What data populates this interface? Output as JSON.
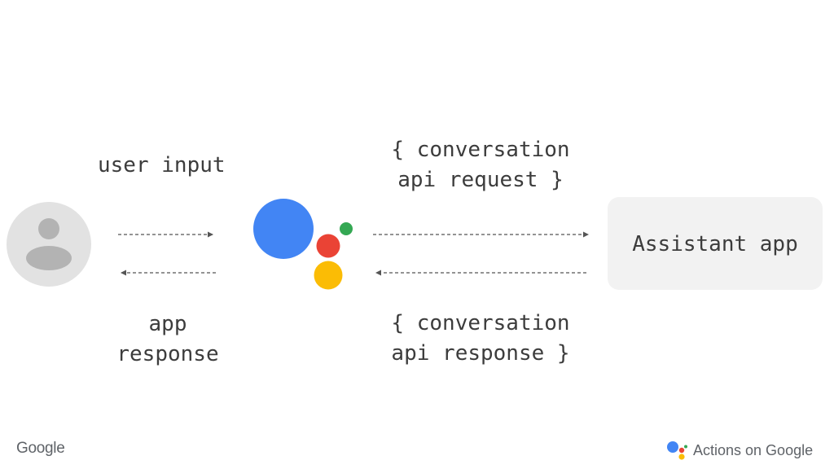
{
  "labels": {
    "user_input": "user input",
    "app_response_line1": "app",
    "app_response_line2": "response",
    "request_line1": "{ conversation",
    "request_line2": "api request }",
    "response_line1": "{ conversation",
    "response_line2": "api response }",
    "assistant_app": "Assistant app"
  },
  "footer": {
    "left_logo": "Google",
    "right_brand": "Actions on Google"
  },
  "colors": {
    "blue": "#4285F4",
    "red": "#EA4335",
    "yellow": "#FBBC05",
    "green": "#34A853",
    "text": "#3c3c3c",
    "arrow": "#555555",
    "avatar_bg": "#e2e2e2",
    "avatar_fg": "#b3b3b3",
    "app_box": "#f2f2f2"
  },
  "icons": {
    "user": "person-avatar-icon",
    "assistant": "google-assistant-logo-icon"
  }
}
